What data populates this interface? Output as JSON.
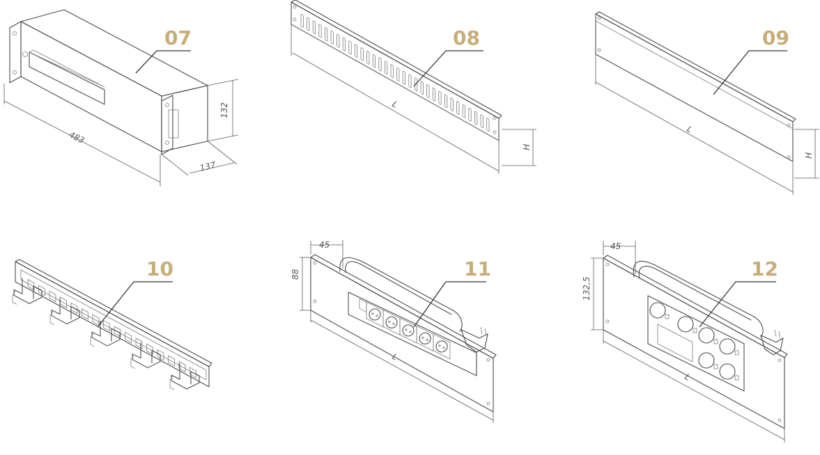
{
  "accent_color": "#c8ad78",
  "items": [
    {
      "id": "07",
      "dims": {
        "width": "483",
        "height": "132",
        "depth": "137"
      }
    },
    {
      "id": "08",
      "dims": {
        "length": "L",
        "height": "H"
      }
    },
    {
      "id": "09",
      "dims": {
        "length": "L",
        "height": "H"
      }
    },
    {
      "id": "10"
    },
    {
      "id": "11",
      "dims": {
        "offset": "45",
        "height": "88",
        "length": "L"
      }
    },
    {
      "id": "12",
      "dims": {
        "offset": "45",
        "height": "132,5",
        "length": "L"
      }
    }
  ]
}
